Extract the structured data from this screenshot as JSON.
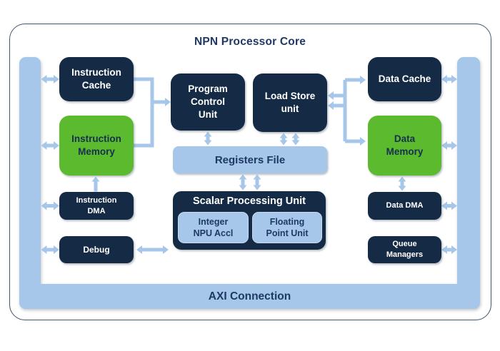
{
  "title": "NPN Processor Core",
  "axi": {
    "label": "AXI Connection"
  },
  "blocks": {
    "instruction_cache": "Instruction\nCache",
    "instruction_memory": "Instruction\nMemory",
    "instruction_dma": "Instruction\nDMA",
    "debug": "Debug",
    "program_control_unit": "Program\nControl\nUnit",
    "load_store_unit": "Load Store\nunit",
    "registers_file": "Registers File",
    "scalar_processing_unit": "Scalar Processing Unit",
    "integer_npu_accl": "Integer\nNPU Accl",
    "floating_point_unit": "Floating\nPoint Unit",
    "data_cache": "Data Cache",
    "data_memory": "Data\nMemory",
    "data_dma": "Data DMA",
    "queue_managers": "Queue\nManagers"
  },
  "colors": {
    "block_navy": "#152B45",
    "memory_green": "#5CBA2E",
    "bus_blue": "#A6C7E9",
    "text_navy": "#1F3864",
    "boundary_border": "#44546A"
  }
}
